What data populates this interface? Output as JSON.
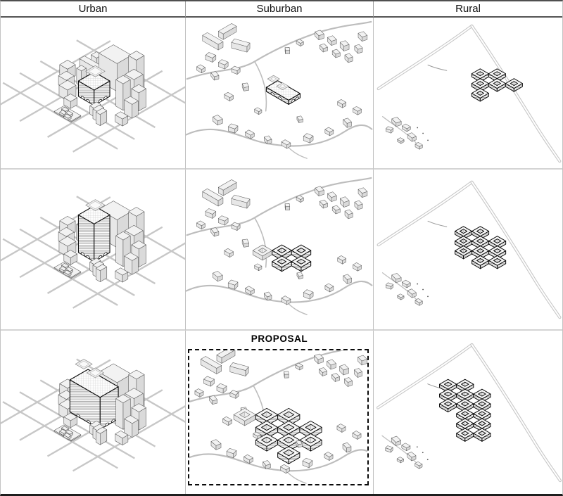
{
  "header": {
    "columns": [
      {
        "id": "urban",
        "label": "Urban"
      },
      {
        "id": "suburban",
        "label": "Suburban"
      },
      {
        "id": "rural",
        "label": "Rural"
      }
    ]
  },
  "proposal": {
    "label": "PROPOSAL"
  },
  "palette": {
    "background": "#ffffff",
    "building_top": "#f2f2f2",
    "building_side": "#e7e7e7",
    "building_side_dark": "#dadada",
    "outline": "#5f5f5f",
    "road": "#c7c7c7",
    "road_thin": "#bdbdbd",
    "highlight_outline": "#0a0a0a",
    "hatch_line": "#a6a6a6",
    "grid_line_light": "#d4d4d4",
    "grid_line_dark": "#555555",
    "dashed_border": "#0a0a0a"
  }
}
